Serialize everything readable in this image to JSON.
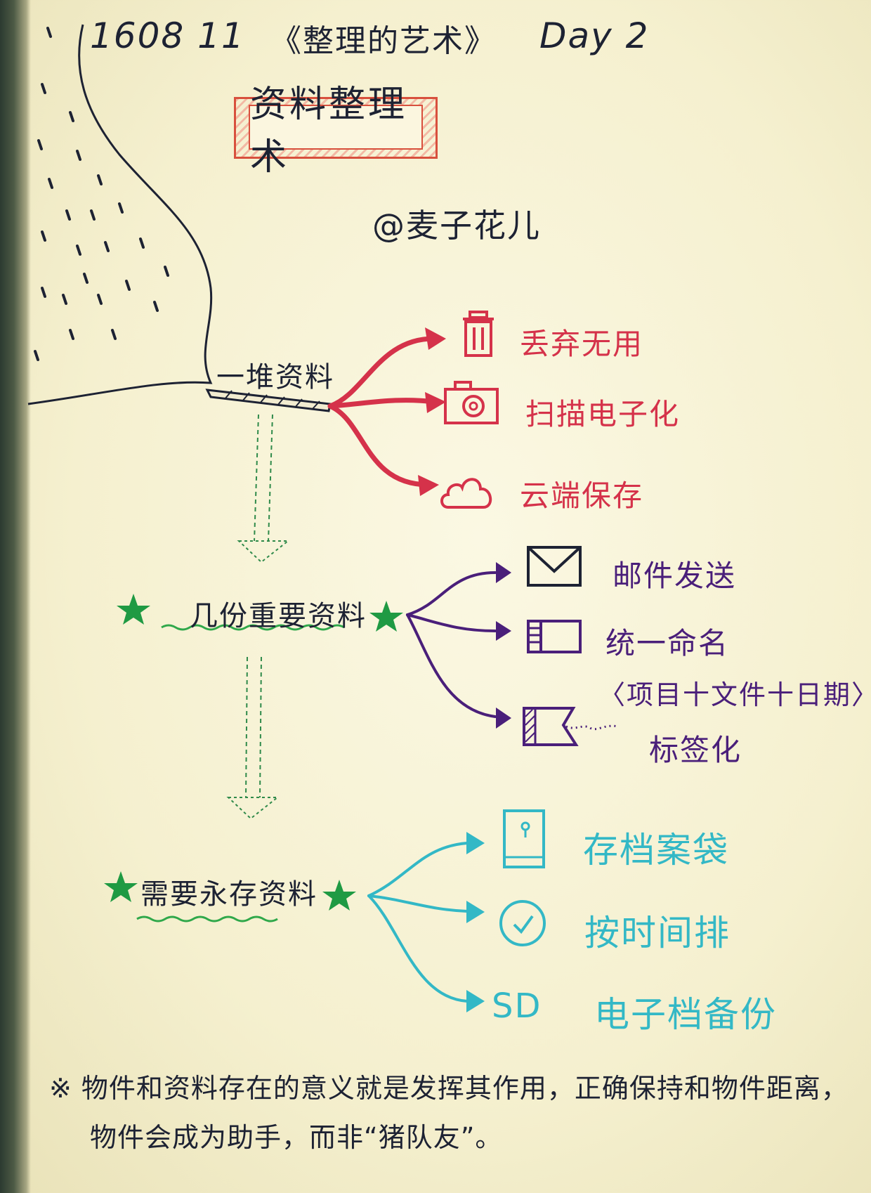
{
  "header": {
    "date": "1608 11",
    "book_title": "《整理的艺术》",
    "day": "Day 2"
  },
  "title": "资料整理术",
  "author": "@麦子花儿",
  "pile_label": "一堆资料",
  "branches_red": [
    {
      "icon": "trash-icon",
      "label": "丢弃无用"
    },
    {
      "icon": "camera-icon",
      "label": "扫描电子化"
    },
    {
      "icon": "cloud-icon",
      "label": "云端保存"
    }
  ],
  "important_label": "几份重要资料",
  "branches_purple": [
    {
      "icon": "envelope-icon",
      "label": "邮件发送"
    },
    {
      "icon": "folder-icon",
      "label": "统一命名",
      "sublabel": "〈项目十文件十日期〉"
    },
    {
      "icon": "tag-icon",
      "label": "标签化"
    }
  ],
  "permanent_label": "需要永存资料",
  "branches_teal": [
    {
      "icon": "archive-bag-icon",
      "label": "存档案袋"
    },
    {
      "icon": "clock-icon",
      "label": "按时间排"
    },
    {
      "icon": "sd-card-icon",
      "label": "电子档备份",
      "icon_text": "SD"
    }
  ],
  "note": {
    "line1": "※ 物件和资料存在的意义就是发挥其作用，正确保持和物件距离，",
    "line2": "物件会成为助手，而非“猪队友”。"
  },
  "colors": {
    "ink": "#1d2233",
    "red": "#d5324a",
    "purple": "#4a1f7a",
    "teal": "#33b8c6",
    "green": "#1f9a43",
    "title_box": "#d8503d"
  }
}
